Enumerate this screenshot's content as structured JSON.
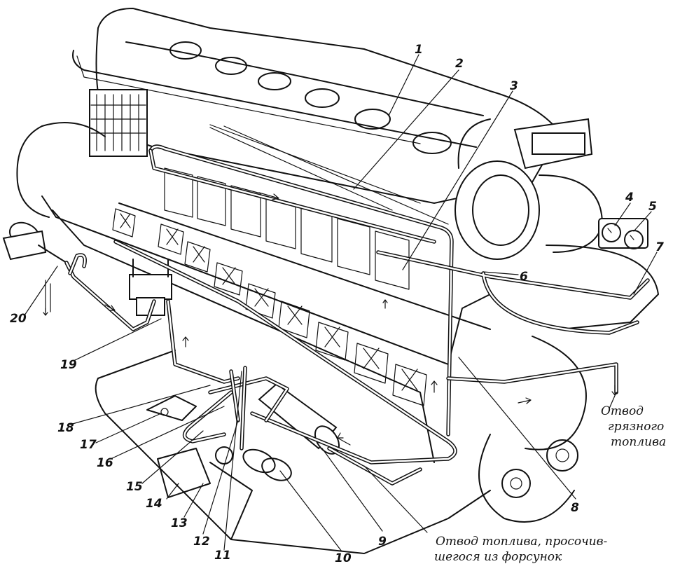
{
  "callouts": [
    "1",
    "2",
    "3",
    "4",
    "5",
    "6",
    "7",
    "8",
    "9",
    "10",
    "11",
    "12",
    "13",
    "14",
    "15",
    "16",
    "17",
    "18",
    "19",
    "20"
  ],
  "captions": {
    "dirty_fuel": [
      "Отвод",
      "грязного",
      "топлива"
    ],
    "injector_leak": [
      "Отвод топлива, просочив-",
      "шегося из форсунок"
    ]
  },
  "colors": {
    "ink": "#111111",
    "paper": "#ffffff"
  }
}
